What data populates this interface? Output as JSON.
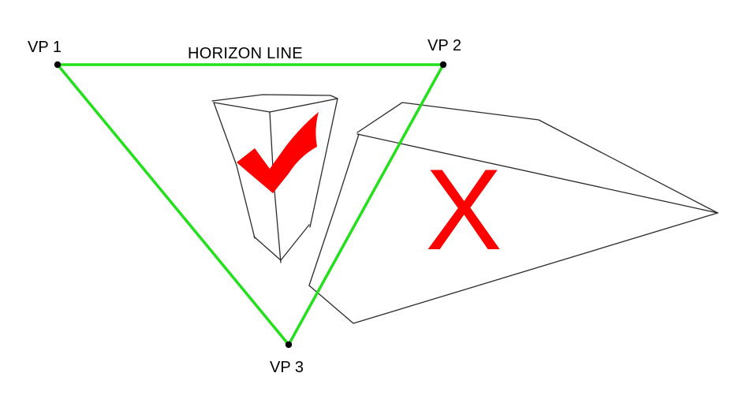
{
  "labels": {
    "vp1": "VP 1",
    "vp2": "VP 2",
    "vp3": "VP 3",
    "horizon": "HORIZON LINE"
  },
  "marks": {
    "correct": "✓",
    "incorrect": "X"
  },
  "colors": {
    "triangle": "#22e01a",
    "mark": "#ff0000",
    "sketch": "#2a2a2a",
    "point": "#000000"
  }
}
